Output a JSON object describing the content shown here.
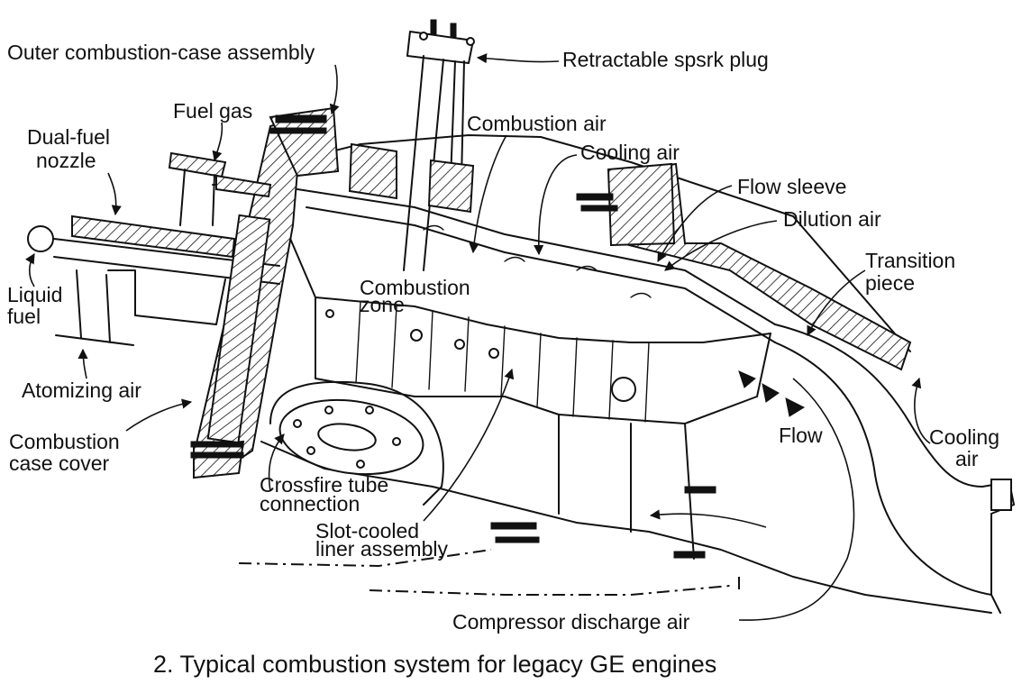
{
  "labels": {
    "outer_case": "Outer combustion-case assembly",
    "spark_plug": "Retractable spsrk plug",
    "fuel_gas": "Fuel gas",
    "combustion_air": "Combustion air",
    "dual_fuel_1": "Dual-fuel",
    "dual_fuel_2": "nozzle",
    "cooling_air_top": "Cooling air",
    "flow_sleeve": "Flow sleeve",
    "dilution_air": "Dilution air",
    "transition_1": "Transition",
    "transition_2": "piece",
    "liquid_fuel_1": "Liquid",
    "liquid_fuel_2": "fuel",
    "combustion_zone_1": "Combustion",
    "combustion_zone_2": "zone",
    "atomizing_air": "Atomizing air",
    "flow": "Flow",
    "cooling_air_right_1": "Cooling",
    "cooling_air_right_2": "air",
    "case_cover_1": "Combustion",
    "case_cover_2": "case cover",
    "crossfire_1": "Crossfire tube",
    "crossfire_2": "connection",
    "slot_cooled_1": "Slot-cooled",
    "slot_cooled_2": "liner assembly",
    "compressor_air": "Compressor discharge air"
  },
  "caption": "2. Typical combustion system for legacy GE engines",
  "icons": [
    "flow-arrow-icon",
    "spark-plug-icon",
    "fuel-nozzle-icon"
  ]
}
